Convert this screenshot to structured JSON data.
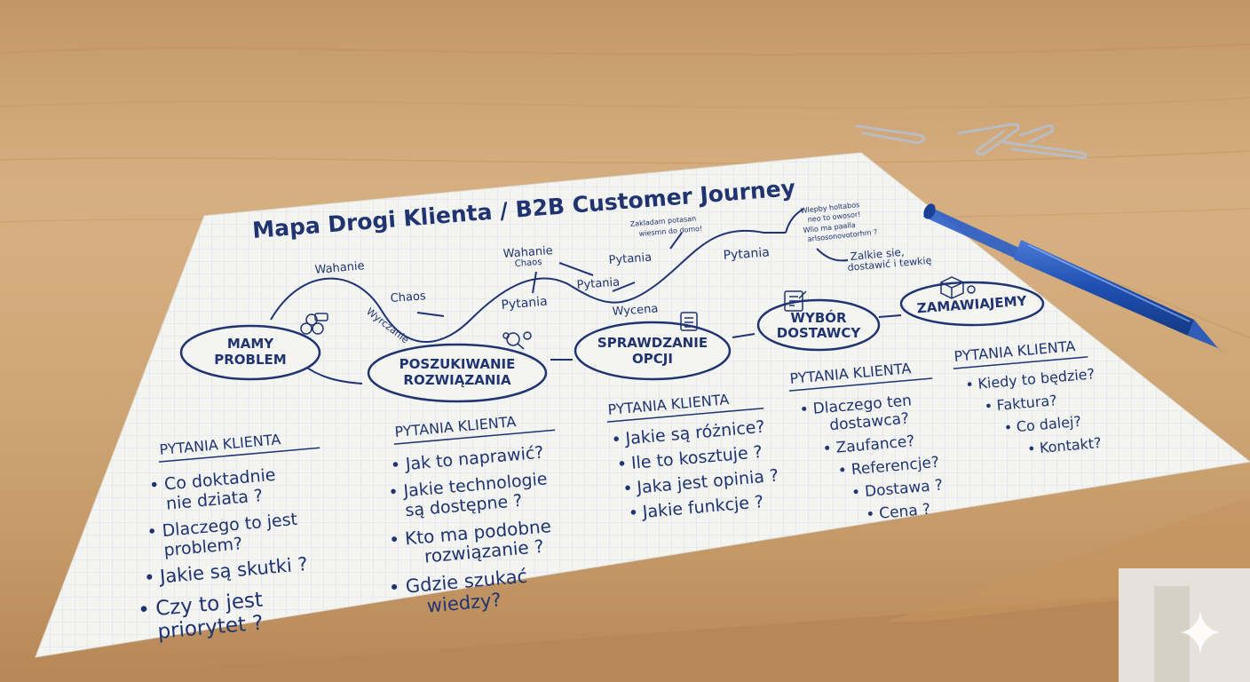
{
  "title": "Mapa Drogi Klienta / B2B Customer Journey",
  "stages": [
    {
      "label_line1": "MAMY",
      "label_line2": "PROBLEM"
    },
    {
      "label_line1": "POSZUKIWANIE",
      "label_line2": "ROZWIĄZANIA"
    },
    {
      "label_line1": "SPRAWDZANIE",
      "label_line2": "OPCJI"
    },
    {
      "label_line1": "WYBÓR",
      "label_line2": "DOSTAWCY"
    },
    {
      "label_line1": "ZAMAWIAJEMY",
      "label_line2": ""
    }
  ],
  "journey_notes": {
    "wahanie_1": "Wahanie",
    "chaos_1": "Chaos",
    "wyrczanie": "Wyrczanie",
    "wahanie_2": "Wahanie",
    "chaos_2": "Chaos",
    "pytania_1": "Pytania",
    "pytania_2": "Pytania",
    "pytania_3": "Pytania",
    "wycena": "Wycena",
    "pytania_4": "Pytania",
    "zakladam_1": "Zakladam potasan",
    "zakladam_2": "wiesmn do domo!",
    "zalkie_1": "Zalkie sie,",
    "zalkie_2": "dostawić i tewkię",
    "small_1": "Wlepby holtabos",
    "small_2": "neo to owosor!",
    "small_3": "Wlio ma paalla",
    "small_4": "arlsosonovotorhm ?"
  },
  "question_columns": [
    {
      "header": "PYTANIA KLIENTA",
      "items": [
        "Co doktadnie",
        "nie dziata ?",
        "Dlaczego to jest",
        "problem?",
        "Jakie są skutki ?",
        "Czy to jest",
        "priorytet ?"
      ]
    },
    {
      "header": "PYTANIA KLIENTA",
      "items": [
        "Jak to naprawić?",
        "Jakie technologie",
        "są dostępne ?",
        "Kto ma podobne",
        "rozwiązanie ?",
        "Gdzie szukać",
        "wiedzy?"
      ]
    },
    {
      "header": "PYTANIA KLIENTA",
      "items": [
        "Jakie są różnice?",
        "Ile to kosztuje ?",
        "Jaka jest opinia ?",
        "Jakie funkcje ?"
      ]
    },
    {
      "header": "PYTANIA KLIENTA",
      "items": [
        "Dlaczego ten",
        "dostawca?",
        "Zaufance?",
        "Referencje?",
        "Dostawa ?",
        "Cena ?"
      ]
    },
    {
      "header": "PYTANIA KLIENTA",
      "items": [
        "Kiedy to będzie?",
        "Faktura?",
        "Co dalej?",
        "Kontakt?"
      ]
    }
  ],
  "colors": {
    "ink": "#1f3470",
    "paper": "#f4f4f1",
    "pen_body": "#1f4fb0",
    "wood": "#d2a777"
  },
  "icons": [
    "problem-icon",
    "search-icon",
    "checklist-icon",
    "clipboard-icon",
    "box-icon",
    "sparkle-icon"
  ]
}
